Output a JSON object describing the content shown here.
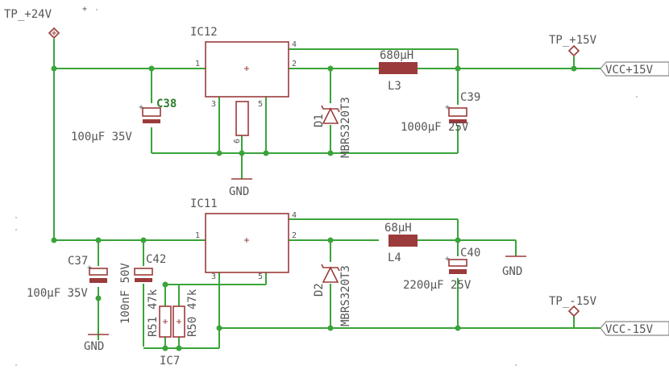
{
  "testpoints": {
    "tp_24v": "TP_+24V",
    "tp_15v": "TP_+15V",
    "tp_m15v": "TP_-15V"
  },
  "nets": {
    "vcc_p15": "VCC+15V",
    "vcc_m15": "VCC-15V"
  },
  "ic12": {
    "name": "IC12",
    "pin1": "1",
    "pin2": "2",
    "pin3": "3",
    "pin4": "4",
    "pin5": "5",
    "pin6": "6"
  },
  "ic11": {
    "name": "IC11",
    "pin1": "1",
    "pin2": "2",
    "pin3": "3",
    "pin4": "4",
    "pin5": "5"
  },
  "c38": {
    "name": "C38",
    "value": "100µF 35V"
  },
  "c39": {
    "name": "C39",
    "value": "1000µF 25V"
  },
  "c37": {
    "name": "C37",
    "value": "100µF 35V"
  },
  "c42": {
    "name": "C42",
    "value": "100nF 50V"
  },
  "c40": {
    "name": "C40",
    "value": "2200µF 25V"
  },
  "d1": {
    "name": "D1",
    "value": "MBRS320T3"
  },
  "d2": {
    "name": "D2",
    "value": "MBRS320T3"
  },
  "l3": {
    "name": "L3",
    "value": "680µH"
  },
  "l4": {
    "name": "L4",
    "value": "68µH"
  },
  "r51": {
    "name": "R51",
    "value": "47k"
  },
  "r50": {
    "name": "R50",
    "value": "47k"
  },
  "ic7": {
    "name": "IC7"
  },
  "gnd": {
    "label": "GND"
  },
  "colors": {
    "wire": "#3aa43a",
    "part": "#9b3b3b",
    "text": "#555555",
    "highlight": "#2e7d2e"
  }
}
